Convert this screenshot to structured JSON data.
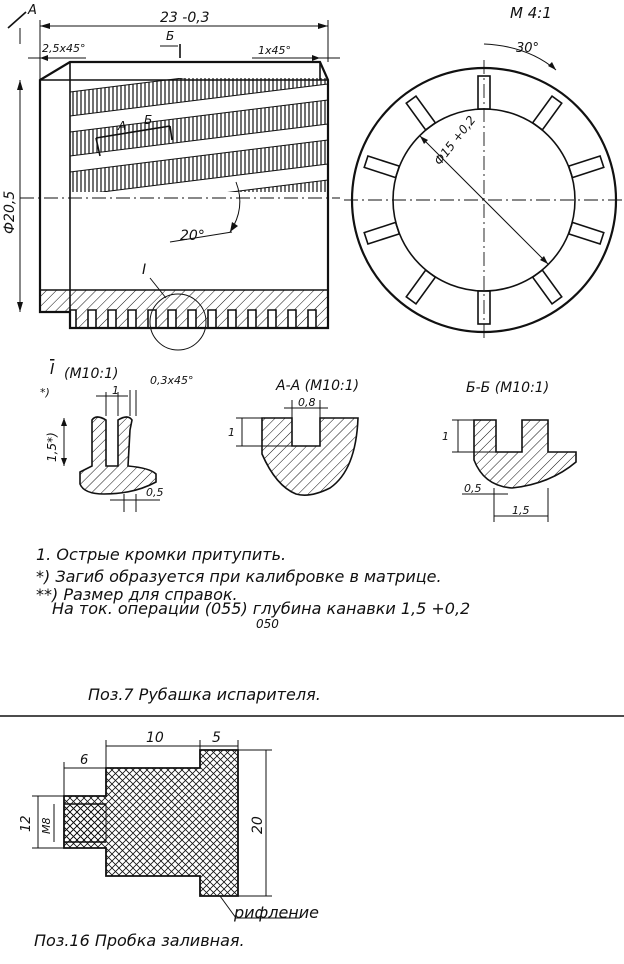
{
  "scale_main": "М 4:1",
  "dims": {
    "length": "23 -0,3",
    "chamfer_left": "2,5х45°",
    "chamfer_right": "1х45°",
    "diameter": "Ф20,5",
    "helix_angle": "20°",
    "pitch_angle": "30°",
    "inner_diameter": "Ф15 +0,2",
    "section_a": "А",
    "section_b": "Б",
    "detail_mark": "I"
  },
  "detail1": {
    "title": "I",
    "scale": "(М10:1)",
    "note_mark": "*)",
    "chamfer": "0,3х45°",
    "top": "1",
    "height": "1,5*)",
    "bottom": "0,5"
  },
  "sectionAA": {
    "title": "А-А (М10:1)",
    "width": "0,8",
    "depth": "1"
  },
  "sectionBB": {
    "title": "Б-Б (М10:1)",
    "depth": "1",
    "left": "0,5",
    "bottom": "1,5"
  },
  "notes": [
    "1. Острые кромки   притупить.",
    "*) Загиб  образуется   при калибровке  в  матрице.",
    "**) Размер для справок.",
    "На ток. операции (055) глубина канавки  1,5 +0,2"
  ],
  "note_sub": "050",
  "title1": "Поз.7   Рубашка     испарителя.",
  "part16": {
    "d10": "10",
    "d5": "5",
    "d6": "6",
    "d12": "12",
    "m8": "М8",
    "d20": "20",
    "knurl": "рифление"
  },
  "title2": "Поз.16  Пробка  заливная."
}
